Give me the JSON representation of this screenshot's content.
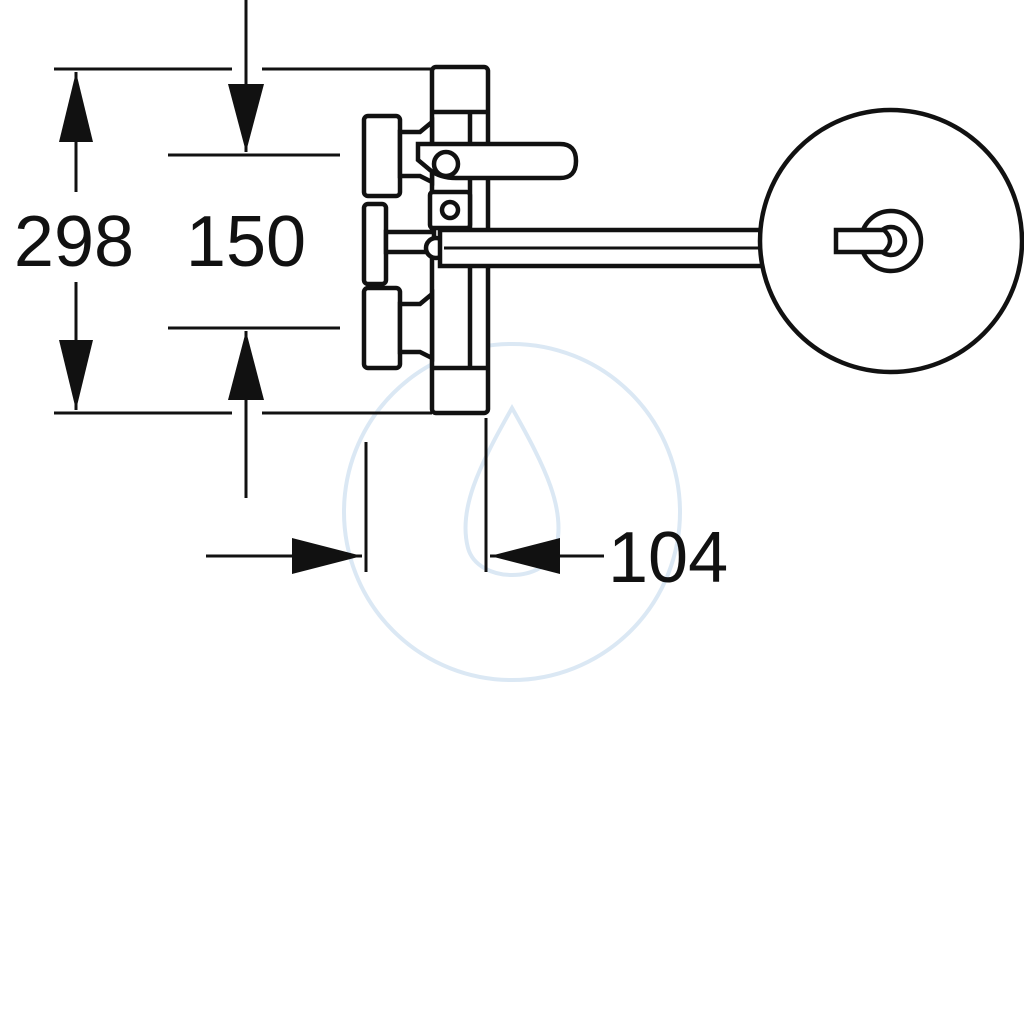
{
  "dimensions": {
    "overall_height": "298",
    "center_spacing": "150",
    "wall_projection": "104"
  },
  "colors": {
    "line": "#111111",
    "background": "#ffffff",
    "watermark": "#dbe8f4"
  },
  "icons": {
    "watermark": "water-drop-logo-icon"
  }
}
